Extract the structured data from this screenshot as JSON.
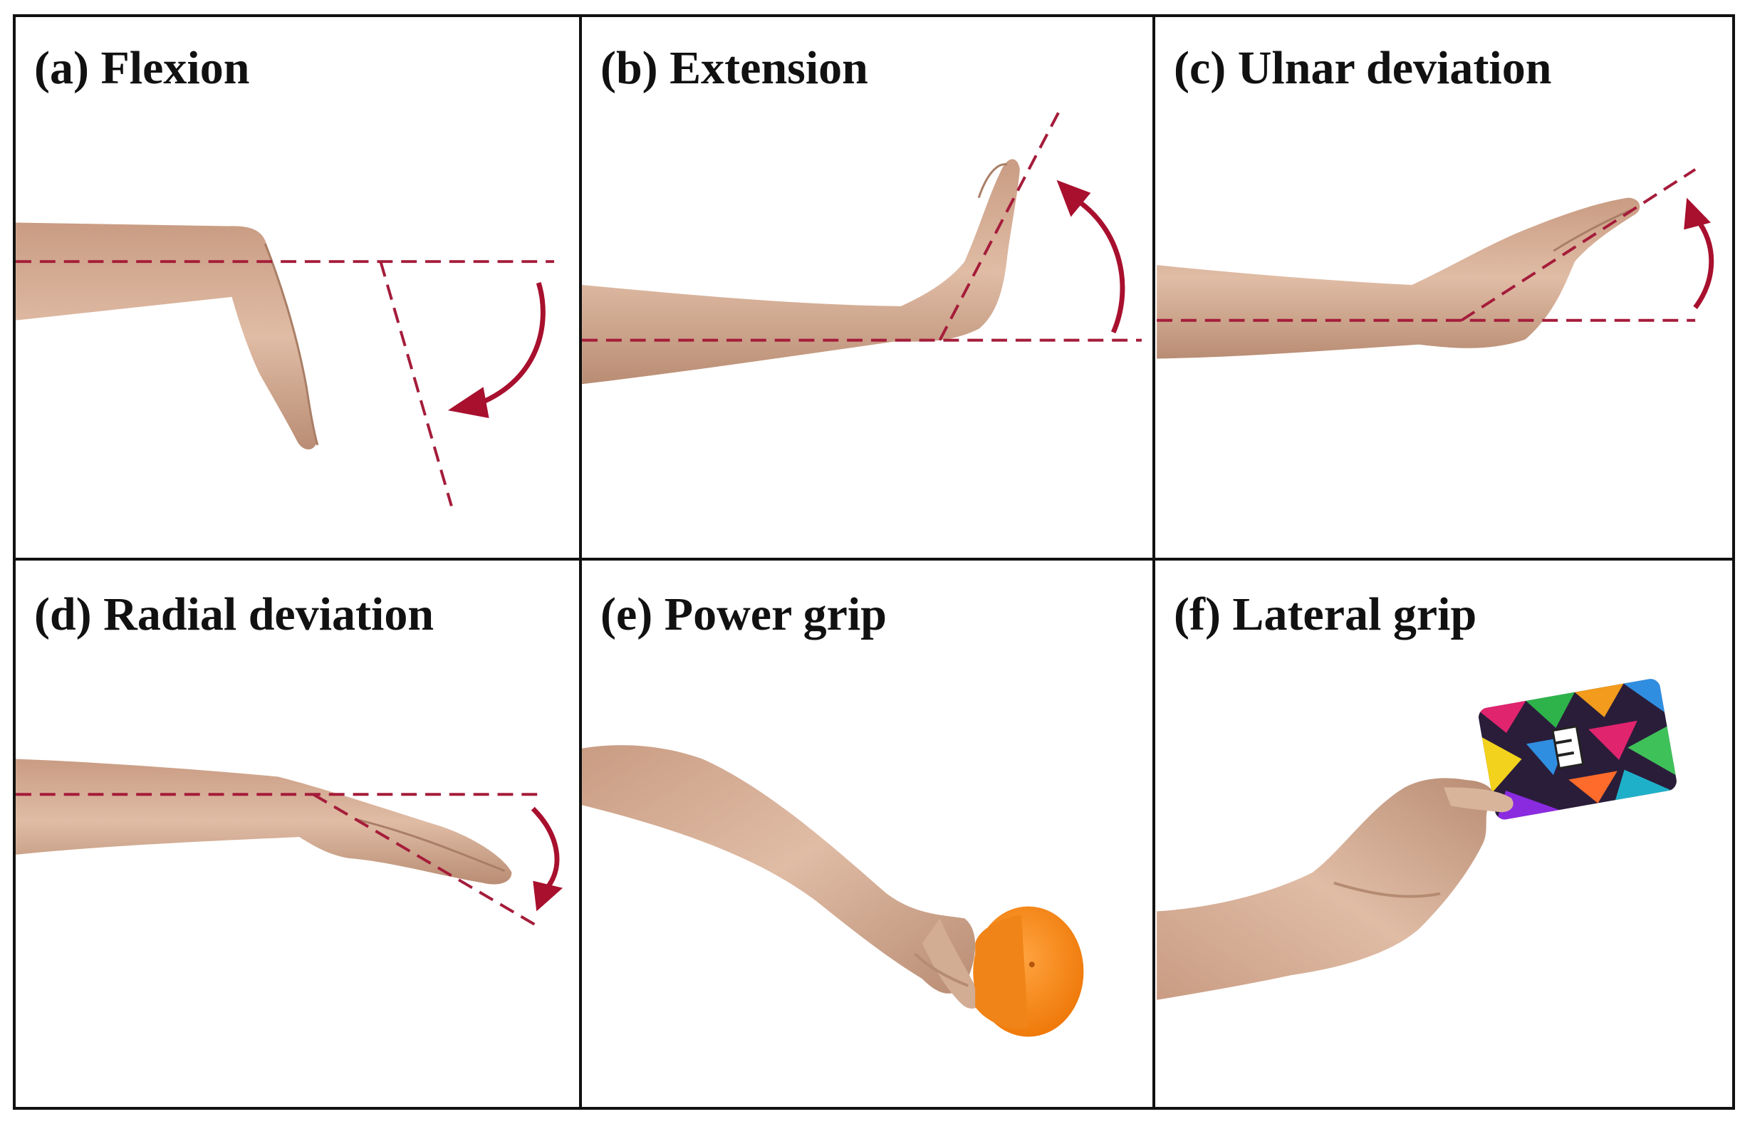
{
  "colors": {
    "reference_line": "#a51c3a",
    "arrow": "#a8102e",
    "skin": "#d9b59d",
    "skin_shadow": "#b58c72",
    "grip_object": "#ff8a1c",
    "border": "#111111"
  },
  "panels": [
    {
      "caption": "(a) Flexion",
      "content": "arm-wrist-flexion"
    },
    {
      "caption": "(b) Extension",
      "content": "arm-wrist-extension"
    },
    {
      "caption": "(c) Ulnar deviation",
      "content": "arm-ulnar-deviation"
    },
    {
      "caption": "(d) Radial deviation",
      "content": "arm-radial-deviation"
    },
    {
      "caption": "(e) Power grip",
      "content": "arm-holding-orange-cylinder"
    },
    {
      "caption": "(f) Lateral grip",
      "content": "hand-holding-colorful-card"
    }
  ]
}
